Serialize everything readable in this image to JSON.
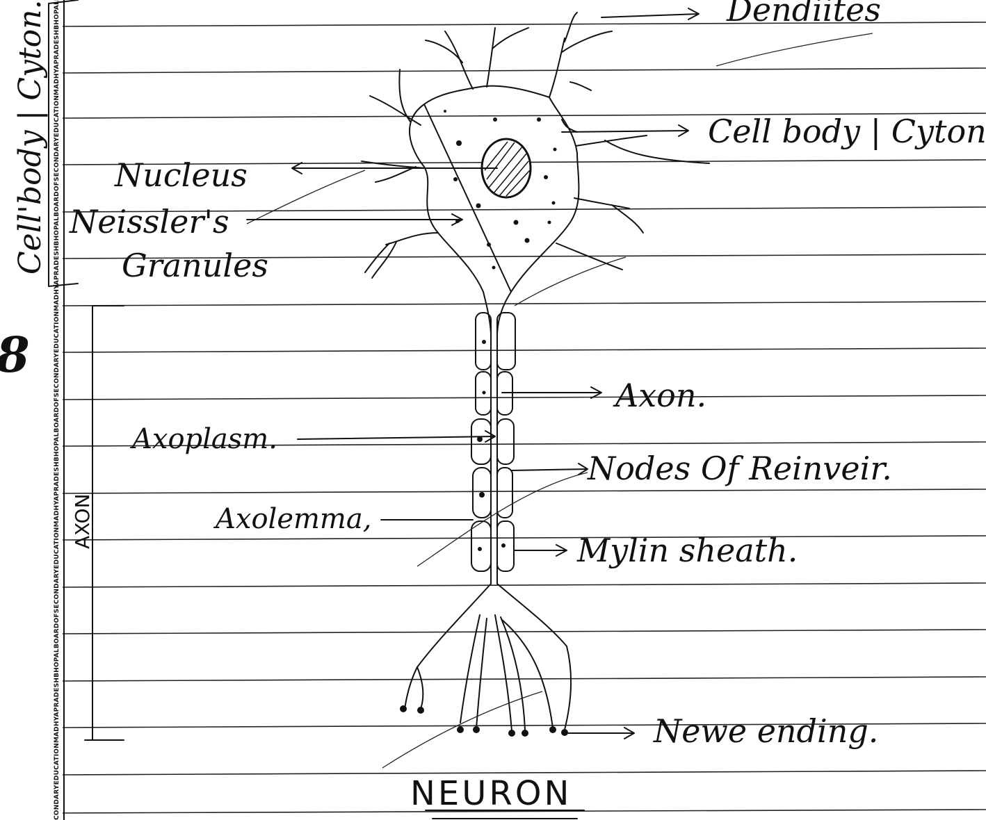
{
  "title": "NEURON",
  "labels": {
    "dendrites": "Dendiites",
    "cell_body": "Cell body | Cyton",
    "nucleus": "Nucleus",
    "nissl_1": "Neissler's",
    "nissl_2": "Granules",
    "axon": "Axon.",
    "axoplasm": "Axoplasm.",
    "nodes": "Nodes Of Reinveir.",
    "axolemma": "Axolemma,",
    "myelin": "Mylin sheath.",
    "nerve_ending": "Newe ending."
  },
  "margin": {
    "left_vertical_note": "Cell'body | Cyton.",
    "axon_bracket_label": "AXON",
    "side_number": "8",
    "watermark": "CONDARYEDUCATIONMADHYAPRADESHBHOPALBOARDOFSECONDARYEDUCATIONMADHYAPRADESHBHOPALBOARDOFSECONDARYEDUCATIONMADHYAPRADESHBHOPALBOARDOFSECONDARYEDUCATIONMADHYAPRADESHBHOPALBOARD"
  }
}
